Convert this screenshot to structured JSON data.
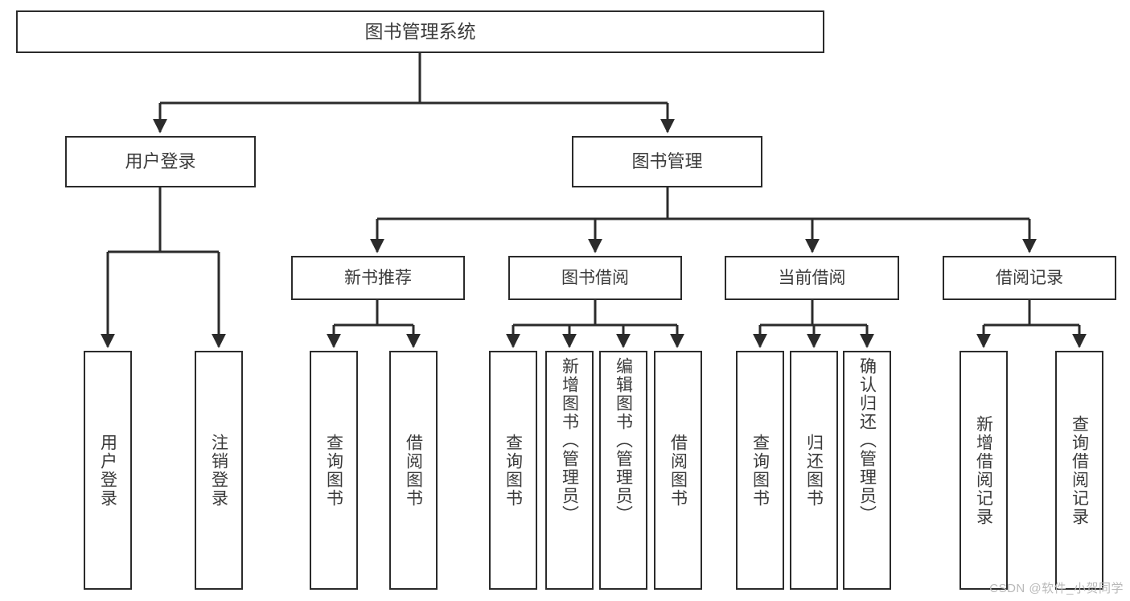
{
  "diagram": {
    "title": "图书管理系统",
    "type": "tree",
    "watermark": "CSDN @软件_小贺同学",
    "line_color": "#2b2b2b",
    "box_fill": "#ffffff",
    "text_color": "#3b3b3b",
    "nodes": {
      "root": {
        "label": "图书管理系统"
      },
      "level2": [
        {
          "label": "用户登录"
        },
        {
          "label": "图书管理"
        }
      ],
      "level3": [
        {
          "label": "新书推荐"
        },
        {
          "label": "图书借阅"
        },
        {
          "label": "当前借阅"
        },
        {
          "label": "借阅记录"
        }
      ],
      "leaves": {
        "user_login": [
          {
            "label": "用户登录"
          },
          {
            "label": "注销登录"
          }
        ],
        "new_book_recommend": [
          {
            "label": "查询图书"
          },
          {
            "label": "借阅图书"
          }
        ],
        "book_borrow": [
          {
            "label": "查询图书"
          },
          {
            "label": "新增图书（管理员）"
          },
          {
            "label": "编辑图书（管理员）"
          },
          {
            "label": "借阅图书"
          }
        ],
        "current_borrow": [
          {
            "label": "查询图书"
          },
          {
            "label": "归还图书"
          },
          {
            "label": "确认归还（管理员）"
          }
        ],
        "borrow_record": [
          {
            "label": "新增借阅记录"
          },
          {
            "label": "查询借阅记录"
          }
        ]
      }
    }
  }
}
